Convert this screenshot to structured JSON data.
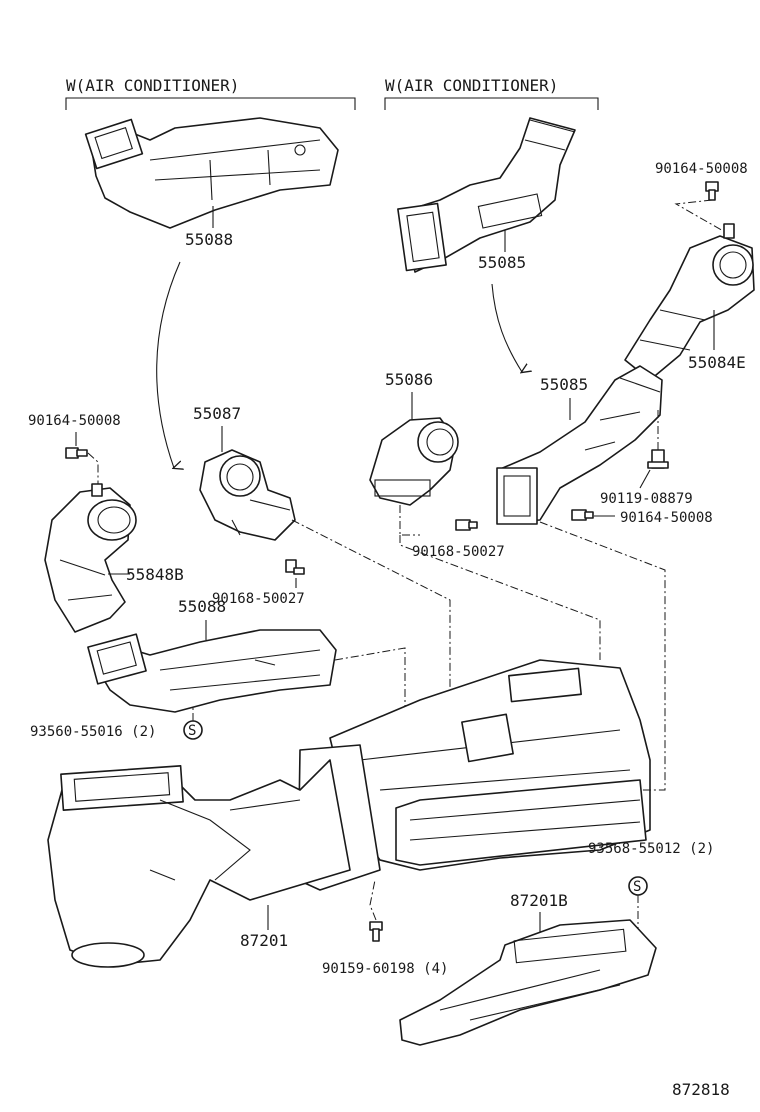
{
  "headers": {
    "left": "W(AIR CONDITIONER)",
    "right": "W(AIR CONDITIONER)"
  },
  "callouts": {
    "p55088_top": "55088",
    "p55085_top": "55085",
    "p90164_50008_tr": "90164-50008",
    "p55084E": "55084E",
    "p55086": "55086",
    "p55085_mid": "55085",
    "p90164_50008_l": "90164-50008",
    "p55087": "55087",
    "p90119_08879": "90119-08879",
    "p90164_50008_r": "90164-50008",
    "p90168_50027_r": "90168-50027",
    "p55848B": "55848B",
    "p90168_50027_m": "90168-50027",
    "p55088_low": "55088",
    "p93560": "93560-55016 (2)",
    "p93568": "93568-55012 (2)",
    "p87201B": "87201B",
    "p87201": "87201",
    "p90159": "90159-60198 (4)"
  },
  "symbols": {
    "s_left": "S",
    "s_right": "S"
  },
  "drawing_number": "872818"
}
